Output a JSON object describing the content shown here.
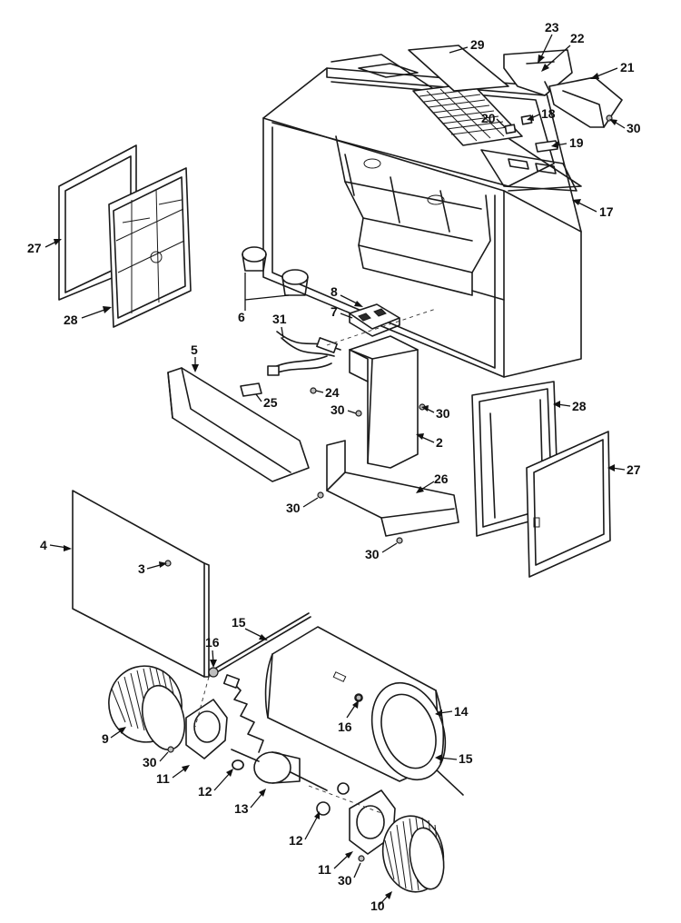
{
  "callouts": [
    {
      "id": "c23",
      "text": "23"
    },
    {
      "id": "c22",
      "text": "22"
    },
    {
      "id": "c29",
      "text": "29"
    },
    {
      "id": "c21",
      "text": "21"
    },
    {
      "id": "c20",
      "text": "20"
    },
    {
      "id": "c18",
      "text": "18"
    },
    {
      "id": "c30a",
      "text": "30"
    },
    {
      "id": "c19",
      "text": "19"
    },
    {
      "id": "c17",
      "text": "17"
    },
    {
      "id": "c27a",
      "text": "27"
    },
    {
      "id": "c28a",
      "text": "28"
    },
    {
      "id": "c6",
      "text": "6"
    },
    {
      "id": "c8",
      "text": "8"
    },
    {
      "id": "c7",
      "text": "7"
    },
    {
      "id": "c31",
      "text": "31"
    },
    {
      "id": "c5",
      "text": "5"
    },
    {
      "id": "c25",
      "text": "25"
    },
    {
      "id": "c24",
      "text": "24"
    },
    {
      "id": "c30b",
      "text": "30"
    },
    {
      "id": "c30c",
      "text": "30"
    },
    {
      "id": "c2",
      "text": "2"
    },
    {
      "id": "c28b",
      "text": "28"
    },
    {
      "id": "c27b",
      "text": "27"
    },
    {
      "id": "c26",
      "text": "26"
    },
    {
      "id": "c30d",
      "text": "30"
    },
    {
      "id": "c30e",
      "text": "30"
    },
    {
      "id": "c4",
      "text": "4"
    },
    {
      "id": "c3",
      "text": "3"
    },
    {
      "id": "c15a",
      "text": "15"
    },
    {
      "id": "c16a",
      "text": "16"
    },
    {
      "id": "c14",
      "text": "14"
    },
    {
      "id": "c16b",
      "text": "16"
    },
    {
      "id": "c9",
      "text": "9"
    },
    {
      "id": "c30f",
      "text": "30"
    },
    {
      "id": "c11a",
      "text": "11"
    },
    {
      "id": "c15b",
      "text": "15"
    },
    {
      "id": "c12a",
      "text": "12"
    },
    {
      "id": "c13",
      "text": "13"
    },
    {
      "id": "c12b",
      "text": "12"
    },
    {
      "id": "c11b",
      "text": "11"
    },
    {
      "id": "c30g",
      "text": "30"
    },
    {
      "id": "c10",
      "text": "10"
    }
  ]
}
